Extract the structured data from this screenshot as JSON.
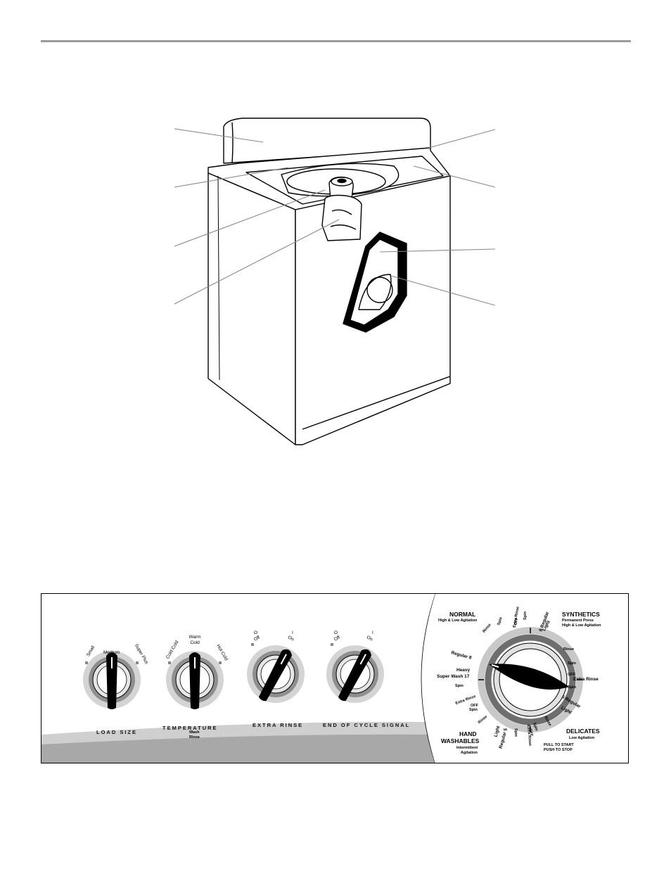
{
  "load_size": {
    "title": "LOAD SIZE",
    "settings": [
      "Small",
      "Medium",
      "Super Plus"
    ]
  },
  "temperature": {
    "title": "TEMPERATURE",
    "settings": [
      "Cold Cold",
      "Warm Cold",
      "Hot Cold"
    ],
    "wash_label": "Wash",
    "rinse_label": "Rinse"
  },
  "extra_rinse": {
    "title": "EXTRA RINSE",
    "off": "Off",
    "on": "On",
    "off_symbol": "O",
    "on_symbol": "I"
  },
  "end_of_cycle": {
    "title": "END OF CYCLE SIGNAL",
    "off": "Off",
    "on": "On",
    "off_symbol": "O",
    "on_symbol": "I"
  },
  "cycle_groups": {
    "normal": {
      "title": "NORMAL",
      "sub": "High & Low Agitation"
    },
    "synthetics": {
      "title": "SYNTHETICS",
      "sub1": "Permanent Press",
      "sub2": "High & Low Agitation"
    },
    "delicates": {
      "title": "DELICATES",
      "sub": "Low Agitation"
    },
    "hand_washables": {
      "title1": "HAND",
      "title2": "WASHABLES",
      "sub1": "Intermittent",
      "sub2": "Agitation"
    }
  },
  "cycle_labels": {
    "regular_8_left": "Regular 8",
    "heavy": "Heavy",
    "super_wash": "Super Wash 17",
    "extra_rinse_left": "Extra Rinse",
    "off_left": "OFF",
    "spin_left_1": "Spin",
    "spin_left_2": "Spin",
    "rinse_left": "Rinse",
    "rinse_top": "Rinse",
    "spin_top": "Spin",
    "extra_rinse_top": "Extra Rinse",
    "off_top": "OFF",
    "spin_top_2": "Spin",
    "regular_8_right": "8 Regular",
    "light_top": "Light",
    "rinse_right": "Rinse",
    "spin_right": "Spin",
    "off_right": "OFF",
    "extra_rinse_right": "Extra Rinse",
    "spin_right_2": "Spin",
    "regular_5_right": "5 Regular",
    "light_right": "Light",
    "rinse_bottom": "Rinse",
    "spin_bottom": "Spin",
    "off_bottom": "OFF",
    "extra_rinse_bottom": "Extra Rinse",
    "spin_bottom_2": "Spin",
    "light_bottom": "Light",
    "regular_5_bottom": "Regular 5",
    "pull_to_start": "PULL TO START",
    "push_to_stop": "PUSH TO STOP"
  }
}
